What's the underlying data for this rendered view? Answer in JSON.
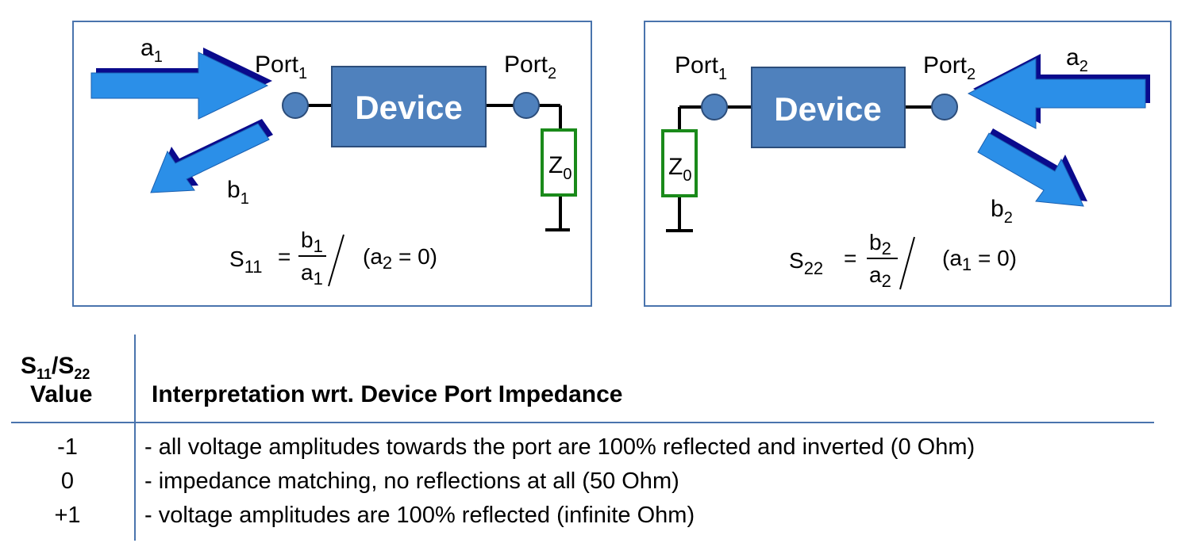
{
  "left_panel": {
    "incident_label": "a",
    "incident_sub": "1",
    "reflected_label": "b",
    "reflected_sub": "1",
    "port1_label": "Port",
    "port1_sub": "1",
    "port2_label": "Port",
    "port2_sub": "2",
    "device_label": "Device",
    "load_label": "Z",
    "load_sub": "0",
    "equation": {
      "lhs": "S",
      "lhs_sub": "11",
      "eq": "=",
      "num": "b",
      "num_sub": "1",
      "den": "a",
      "den_sub": "1",
      "cond_var": "a",
      "cond_sub": "2",
      "cond_rest": "= 0"
    }
  },
  "right_panel": {
    "incident_label": "a",
    "incident_sub": "2",
    "reflected_label": "b",
    "reflected_sub": "2",
    "port1_label": "Port",
    "port1_sub": "1",
    "port2_label": "Port",
    "port2_sub": "2",
    "device_label": "Device",
    "load_label": "Z",
    "load_sub": "0",
    "equation": {
      "lhs": "S",
      "lhs_sub": "22",
      "eq": "=",
      "num": "b",
      "num_sub": "2",
      "den": "a",
      "den_sub": "2",
      "cond_var": "a",
      "cond_sub": "1",
      "cond_rest": "= 0"
    }
  },
  "table": {
    "header_col1_line1_a": "S",
    "header_col1_line1_a_sub": "11",
    "header_col1_line1_b": "/S",
    "header_col1_line1_b_sub": "22",
    "header_col1_line2": "Value",
    "header_col2": "Interpretation  wrt.  Device Port Impedance",
    "rows": [
      {
        "value": "-1",
        "text": "- all voltage amplitudes towards the port are 100% reflected and inverted  (0 Ohm)"
      },
      {
        "value": "0",
        "text": "- impedance matching, no reflections at all   (50 Ohm)"
      },
      {
        "value": "+1",
        "text": "- voltage amplitudes are 100% reflected   (infinite Ohm)"
      }
    ]
  },
  "colors": {
    "panel_border": "#4a74ad",
    "device_fill": "#4f81bd",
    "arrow_light": "#2b8fe8",
    "arrow_dark": "#0a0a8c",
    "port_fill": "#4f81bd",
    "load_border": "#1a8a1a",
    "table_rule": "#4a74ad"
  }
}
